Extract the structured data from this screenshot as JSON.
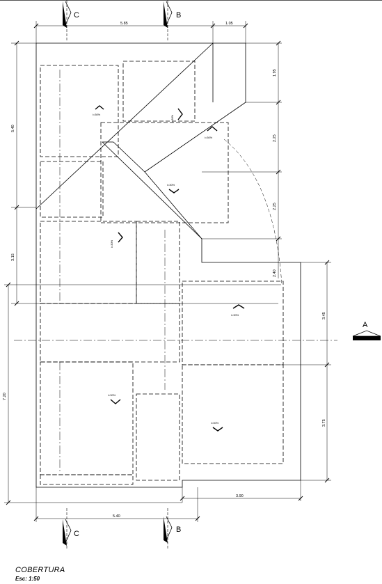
{
  "drawing": {
    "title": "COBERTURA",
    "scale": "Esc: 1:50"
  },
  "section_marks": {
    "a": "A",
    "b": "B",
    "c": "C"
  },
  "dimensions": {
    "top_left": "5.85",
    "top_right": "1.05",
    "left_upper": "5.40",
    "left_lower": "3.15",
    "left_total": "7.20",
    "right_1": "1.95",
    "right_2": "2.25",
    "right_3": "2.25",
    "right_4": "2.40",
    "right_5": "3.45",
    "right_6": "3.75",
    "bottom_right": "3.90",
    "bottom_left": "5.40"
  },
  "slope_labels": {
    "s1": "i=30%",
    "s2": "i=30%",
    "s3": "i=30%",
    "s4": "i=30%",
    "s5": "i=30%",
    "s6": "i=30%",
    "s7": "i=30%",
    "s8": "i=30%"
  },
  "colors": {
    "line": "#000000",
    "paper": "#ffffff"
  }
}
